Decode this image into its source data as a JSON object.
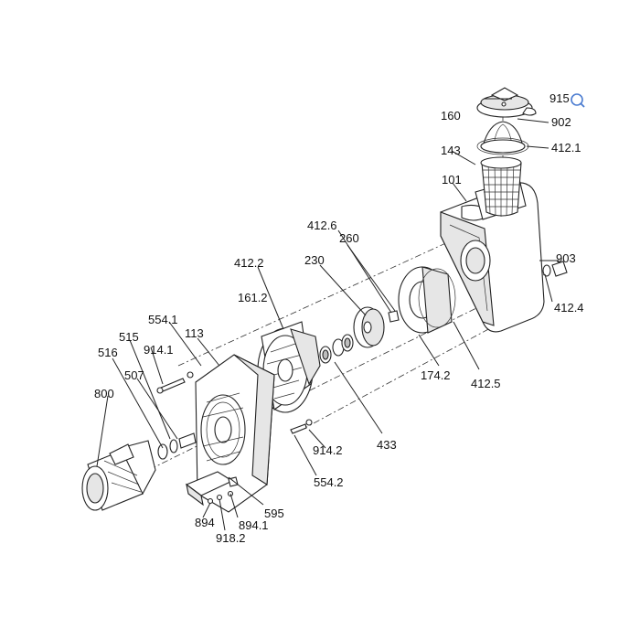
{
  "parts": [
    {
      "id": "p915",
      "label": "915"
    },
    {
      "id": "p160",
      "label": "160"
    },
    {
      "id": "p902",
      "label": "902"
    },
    {
      "id": "p4121",
      "label": "412.1"
    },
    {
      "id": "p143",
      "label": "143"
    },
    {
      "id": "p101",
      "label": "101"
    },
    {
      "id": "p4126",
      "label": "412.6"
    },
    {
      "id": "p260",
      "label": "260"
    },
    {
      "id": "p4122",
      "label": "412.2"
    },
    {
      "id": "p230",
      "label": "230"
    },
    {
      "id": "p903",
      "label": "903"
    },
    {
      "id": "p1612",
      "label": "161.2"
    },
    {
      "id": "p4124",
      "label": "412.4"
    },
    {
      "id": "p5541",
      "label": "554.1"
    },
    {
      "id": "p113",
      "label": "113"
    },
    {
      "id": "p515",
      "label": "515"
    },
    {
      "id": "p9141",
      "label": "914.1"
    },
    {
      "id": "p516",
      "label": "516"
    },
    {
      "id": "p1742",
      "label": "174.2"
    },
    {
      "id": "p4125",
      "label": "412.5"
    },
    {
      "id": "p507",
      "label": "507"
    },
    {
      "id": "p800",
      "label": "800"
    },
    {
      "id": "p433",
      "label": "433"
    },
    {
      "id": "p9142",
      "label": "914.2"
    },
    {
      "id": "p5542",
      "label": "554.2"
    },
    {
      "id": "p595",
      "label": "595"
    },
    {
      "id": "p894",
      "label": "894"
    },
    {
      "id": "p8941",
      "label": "894.1"
    },
    {
      "id": "p9182",
      "label": "918.2"
    }
  ],
  "icons": {
    "zoom": "zoom-lens-icon"
  }
}
